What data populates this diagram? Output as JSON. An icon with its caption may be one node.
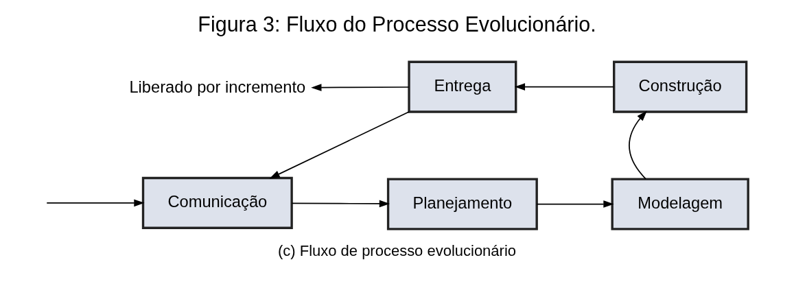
{
  "diagram": {
    "title": "Figura 3: Fluxo do Processo Evolucionário.",
    "caption": "(c) Fluxo de processo evolucionário",
    "nodes": [
      {
        "text": [
          "Comunicação"
        ]
      },
      {
        "text": [
          "Planejamento"
        ]
      },
      {
        "text": [
          "Modelagem"
        ]
      },
      {
        "text": [
          "Construção"
        ]
      },
      {
        "text": [
          "Entrega"
        ]
      },
      {
        "text": [
          "Liberado por incremento"
        ]
      }
    ],
    "edges": [
      {
        "from": null,
        "to": 0,
        "arrow": "to"
      },
      {
        "from": 0,
        "to": 1,
        "arrow": "to"
      },
      {
        "from": 1,
        "to": 2,
        "arrow": "to"
      },
      {
        "from": 2,
        "to": 3,
        "arrow": "to"
      },
      {
        "from": 3,
        "to": 4,
        "arrow": "to"
      },
      {
        "from": 4,
        "to": 0,
        "arrow": "to"
      },
      {
        "from": 4,
        "to": 5,
        "arrow": "to"
      }
    ]
  }
}
